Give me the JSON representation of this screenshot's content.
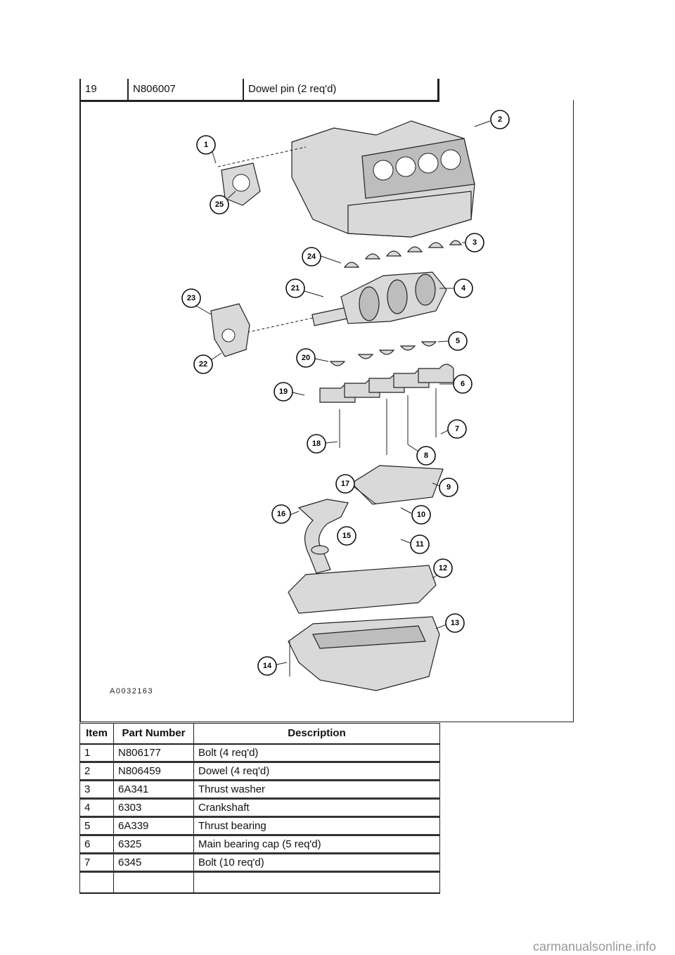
{
  "top_table": {
    "item": "19",
    "part_number": "N806007",
    "description": "Dowel pin (2 req'd)"
  },
  "figure": {
    "code": "A0032163",
    "callouts": [
      "1",
      "2",
      "3",
      "4",
      "5",
      "6",
      "7",
      "8",
      "9",
      "10",
      "11",
      "12",
      "13",
      "14",
      "15",
      "16",
      "17",
      "18",
      "19",
      "20",
      "21",
      "22",
      "23",
      "24",
      "25"
    ]
  },
  "table": {
    "headers": [
      "Item",
      "Part Number",
      "Description"
    ],
    "rows": [
      {
        "item": "1",
        "part_number": "N806177",
        "description": "Bolt (4 req'd)"
      },
      {
        "item": "2",
        "part_number": "N806459",
        "description": "Dowel (4 req'd)"
      },
      {
        "item": "3",
        "part_number": "6A341",
        "description": "Thrust washer"
      },
      {
        "item": "4",
        "part_number": "6303",
        "description": "Crankshaft"
      },
      {
        "item": "5",
        "part_number": "6A339",
        "description": "Thrust bearing"
      },
      {
        "item": "6",
        "part_number": "6325",
        "description": "Main bearing cap (5 req'd)"
      },
      {
        "item": "7",
        "part_number": "6345",
        "description": "Bolt (10 req'd)"
      }
    ]
  },
  "watermark": "carmanualsonline.info"
}
